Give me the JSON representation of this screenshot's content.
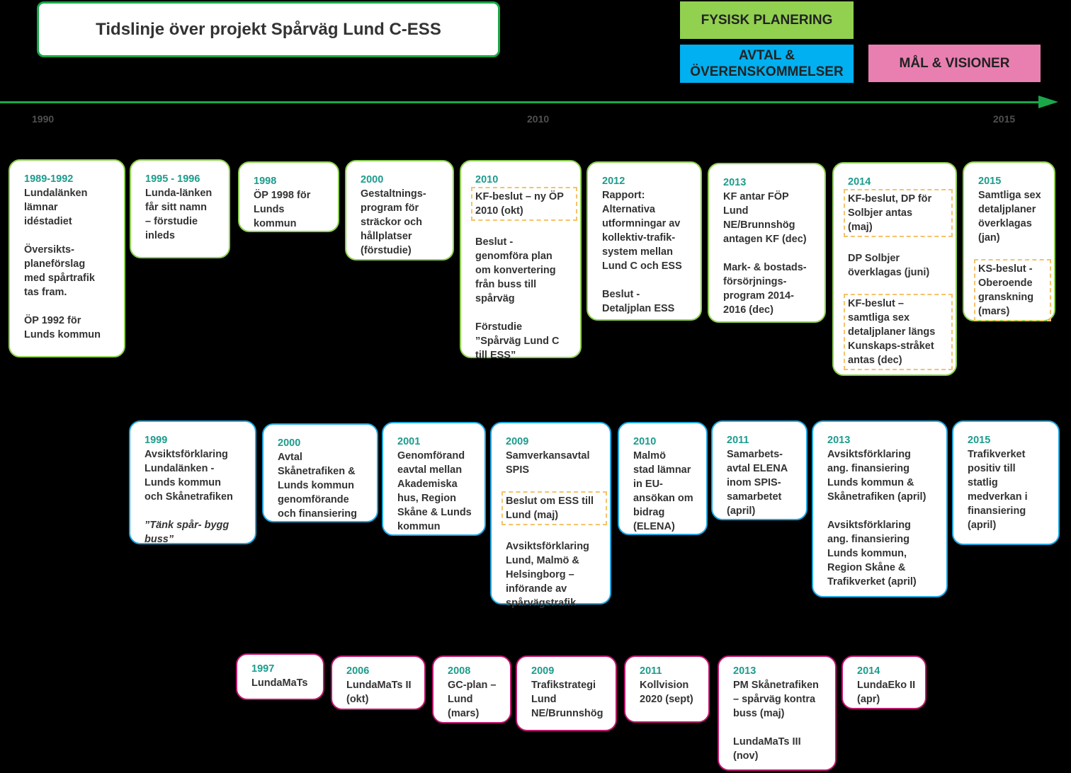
{
  "title": "Tidslinje över projekt Spårväg Lund C-ESS",
  "legend": {
    "fysisk": "FYSISK PLANERING",
    "avtal": "AVTAL &\nÖVERENSKOMMELSER",
    "mal": "MÅL & VISIONER"
  },
  "colors": {
    "axis": "#1aa74a",
    "fysisk": "#92d050",
    "avtal": "#00b0f0",
    "mal": "#e97fb0",
    "card_green_border": "#8dd14f",
    "card_blue_border": "#1ca7e2",
    "card_pink_border": "#c0166f",
    "year_text": "#1c9c8c",
    "highlight_dash": "#f4c36a"
  },
  "axis_years": [
    "1990",
    "2010",
    "2015"
  ],
  "fysisk_cards": [
    {
      "year": "1989-1992",
      "blocks": [
        {
          "text": "Lundalänken\nlämnar\nidéstadiet"
        },
        {
          "text": "Översikts-\nplaneförslag\nmed spårtrafik\ntas fram."
        },
        {
          "text": "ÖP 1992 för\nLunds kommun"
        }
      ]
    },
    {
      "year": "1995 - 1996",
      "blocks": [
        {
          "text": "Lunda-länken\nfår sitt namn\n– förstudie\ninleds"
        }
      ]
    },
    {
      "year": "1998",
      "blocks": [
        {
          "text": "ÖP 1998 för\nLunds\nkommun"
        }
      ]
    },
    {
      "year": "2000",
      "blocks": [
        {
          "text": "Gestaltnings-\nprogram för\nsträckor och\nhållplatser\n(förstudie)"
        }
      ]
    },
    {
      "year": "2010",
      "blocks": [
        {
          "text": "KF-beslut – ny ÖP\n2010 (okt)",
          "highlight": true
        },
        {
          "text": "Beslut -\ngenomföra plan\nom konvertering\nfrån buss till\nspårväg"
        },
        {
          "text": "Förstudie\n”Spårväg Lund C\ntill ESS”"
        }
      ]
    },
    {
      "year": "2012",
      "blocks": [
        {
          "text": "Rapport:\nAlternativa\nutformningar av\nkollektiv-trafik-\nsystem mellan\nLund C och ESS"
        },
        {
          "text": "Beslut -\nDetaljplan ESS"
        }
      ]
    },
    {
      "year": "2013",
      "blocks": [
        {
          "text": "KF antar FÖP\nLund\nNE/Brunnshög\nantagen KF (dec)"
        },
        {
          "text": "Mark- & bostads-\nförsörjnings-\nprogram 2014-\n2016 (dec)"
        }
      ]
    },
    {
      "year": "2014",
      "blocks": [
        {
          "text": "KF-beslut, DP för\nSolbjer antas\n(maj)",
          "highlight": true
        },
        {
          "text": "DP Solbjer\növerklagas (juni)"
        },
        {
          "text": "KF-beslut –\nsamtliga sex\ndetaljplaner längs\nKunskaps-stråket\nantas (dec)",
          "highlight": true
        }
      ]
    },
    {
      "year": "2015",
      "blocks": [
        {
          "text": "Samtliga sex\ndetaljplaner\növerklagas\n(jan)"
        },
        {
          "text": "KS-beslut -\nOberoende\ngranskning\n(mars)",
          "highlight": true
        }
      ]
    }
  ],
  "avtal_cards": [
    {
      "year": "1999",
      "blocks": [
        {
          "text": "Avsiktsförklaring\nLundalänken -\nLunds kommun\noch Skånetrafiken"
        },
        {
          "text": "”Tänk spår- bygg\nbuss”",
          "italic": true
        }
      ]
    },
    {
      "year": "2000",
      "blocks": [
        {
          "text": "Avtal\nSkånetrafiken &\nLunds kommun\ngenomförande\noch finansiering"
        }
      ]
    },
    {
      "year": "2001",
      "blocks": [
        {
          "text": "Genomförand\neavtal mellan\nAkademiska\nhus, Region\nSkåne & Lunds\nkommun"
        }
      ]
    },
    {
      "year": "2009",
      "blocks": [
        {
          "text": "Samverkansavtal\nSPIS"
        },
        {
          "text": "Beslut om ESS till\nLund (maj)",
          "highlight": true
        },
        {
          "text": "Avsiktsförklaring\nLund, Malmö &\nHelsingborg –\ninförande av\nspårvägstrafik"
        }
      ]
    },
    {
      "year": "2010",
      "blocks": [
        {
          "text": " Malmö\nstad lämnar\nin EU-\nansökan om\nbidrag\n(ELENA)"
        }
      ]
    },
    {
      "year": "2011",
      "blocks": [
        {
          "text": "Samarbets-\navtal ELENA\ninom SPIS-\nsamarbetet\n(april)"
        }
      ]
    },
    {
      "year": "2013",
      "blocks": [
        {
          "text": "Avsiktsförklaring\nang. finansiering\nLunds kommun &\nSkånetrafiken (april)"
        },
        {
          "text": "Avsiktsförklaring\nang. finansiering\nLunds kommun,\nRegion Skåne &\nTrafikverket  (april)"
        }
      ]
    },
    {
      "year": "2015",
      "blocks": [
        {
          "text": "Trafikverket\npositiv till\nstatlig\nmedverkan i\nfinansiering\n(april)"
        }
      ]
    }
  ],
  "mal_cards": [
    {
      "year": "1997",
      "blocks": [
        {
          "text": "LundaMaTs"
        }
      ]
    },
    {
      "year": "2006",
      "blocks": [
        {
          "text": "LundaMaTs II\n(okt)"
        }
      ]
    },
    {
      "year": "2008",
      "blocks": [
        {
          "text": "GC-plan –\nLund\n(mars)"
        }
      ]
    },
    {
      "year": "2009",
      "blocks": [
        {
          "text": "Trafikstrategi\nLund\nNE/Brunnshög"
        }
      ]
    },
    {
      "year": "2011",
      "blocks": [
        {
          "text": "Kollvision\n2020 (sept)"
        }
      ]
    },
    {
      "year": "2013",
      "blocks": [
        {
          "text": "PM Skånetrafiken\n– spårväg kontra\nbuss (maj)"
        },
        {
          "text": "LundaMaTs III\n(nov)"
        }
      ]
    },
    {
      "year": "2014",
      "blocks": [
        {
          "text": "LundaEko II\n(apr)"
        }
      ]
    }
  ]
}
